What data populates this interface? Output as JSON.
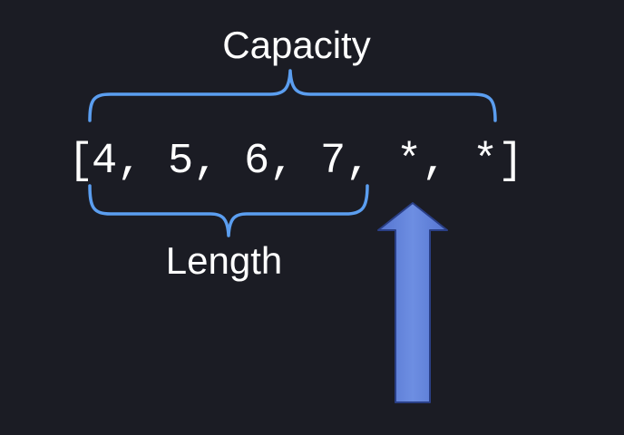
{
  "capacity_label": "Capacity",
  "length_label": "Length",
  "array": {
    "open_bracket": "[",
    "close_bracket": "]",
    "separator": ",",
    "elements": [
      "4",
      "5",
      "6",
      "7",
      "*",
      "*"
    ]
  },
  "colors": {
    "background": "#1b1c24",
    "brace": "#5b9ef0",
    "arrow_fill": "#6384dc",
    "arrow_stroke": "#2a3f86",
    "text": "#ffffff"
  },
  "icons": {
    "capacity_brace": "curly-brace-over",
    "length_brace": "curly-brace-under",
    "pointer": "arrow-up"
  }
}
